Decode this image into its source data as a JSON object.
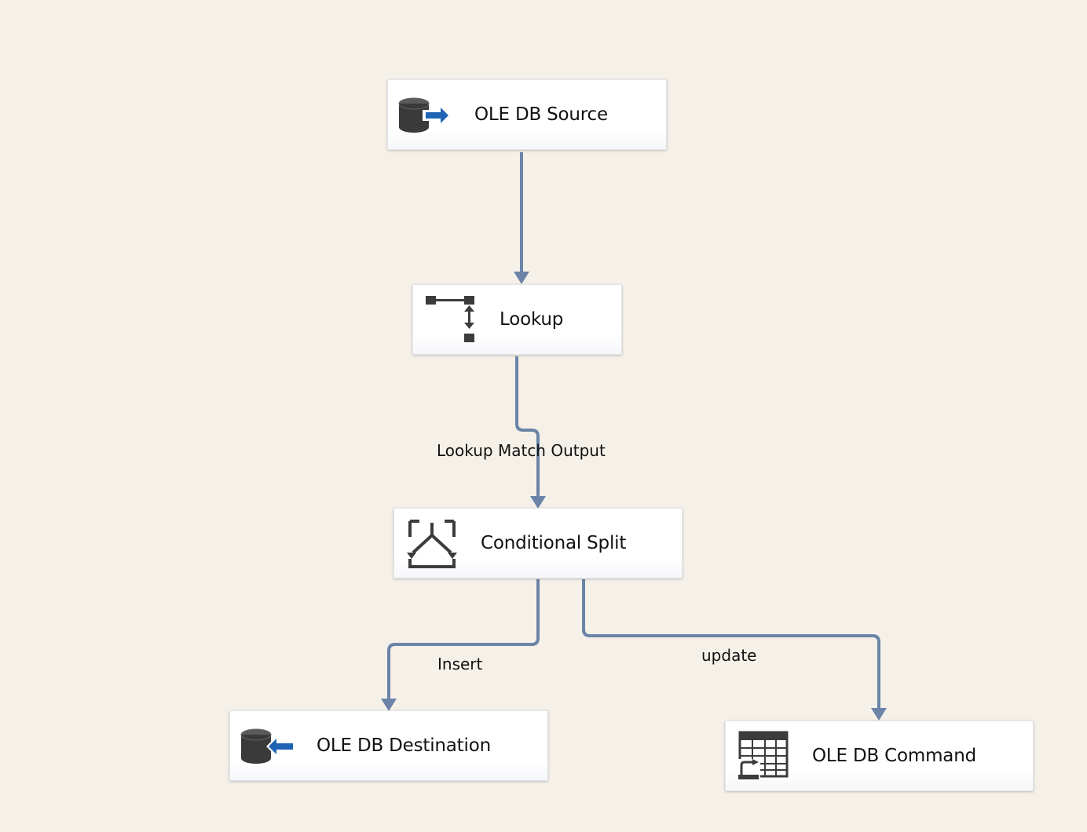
{
  "diagram": {
    "nodes": {
      "source": {
        "label": "OLE DB Source",
        "icon": "database-source-icon"
      },
      "lookup": {
        "label": "Lookup",
        "icon": "lookup-icon"
      },
      "split": {
        "label": "Conditional Split",
        "icon": "conditional-split-icon"
      },
      "destination": {
        "label": "OLE DB Destination",
        "icon": "database-destination-icon"
      },
      "command": {
        "label": "OLE DB Command",
        "icon": "table-command-icon"
      }
    },
    "connectors": {
      "source_to_lookup": {
        "label": ""
      },
      "lookup_to_split": {
        "label": "Lookup Match Output"
      },
      "split_to_destination": {
        "label": "Insert"
      },
      "split_to_command": {
        "label": "update"
      }
    },
    "colors": {
      "background": "#f5f1e9",
      "connector": "#6b84a8",
      "icon_dark": "#3c3c3c",
      "arrow_blue": "#1f63b5"
    }
  }
}
